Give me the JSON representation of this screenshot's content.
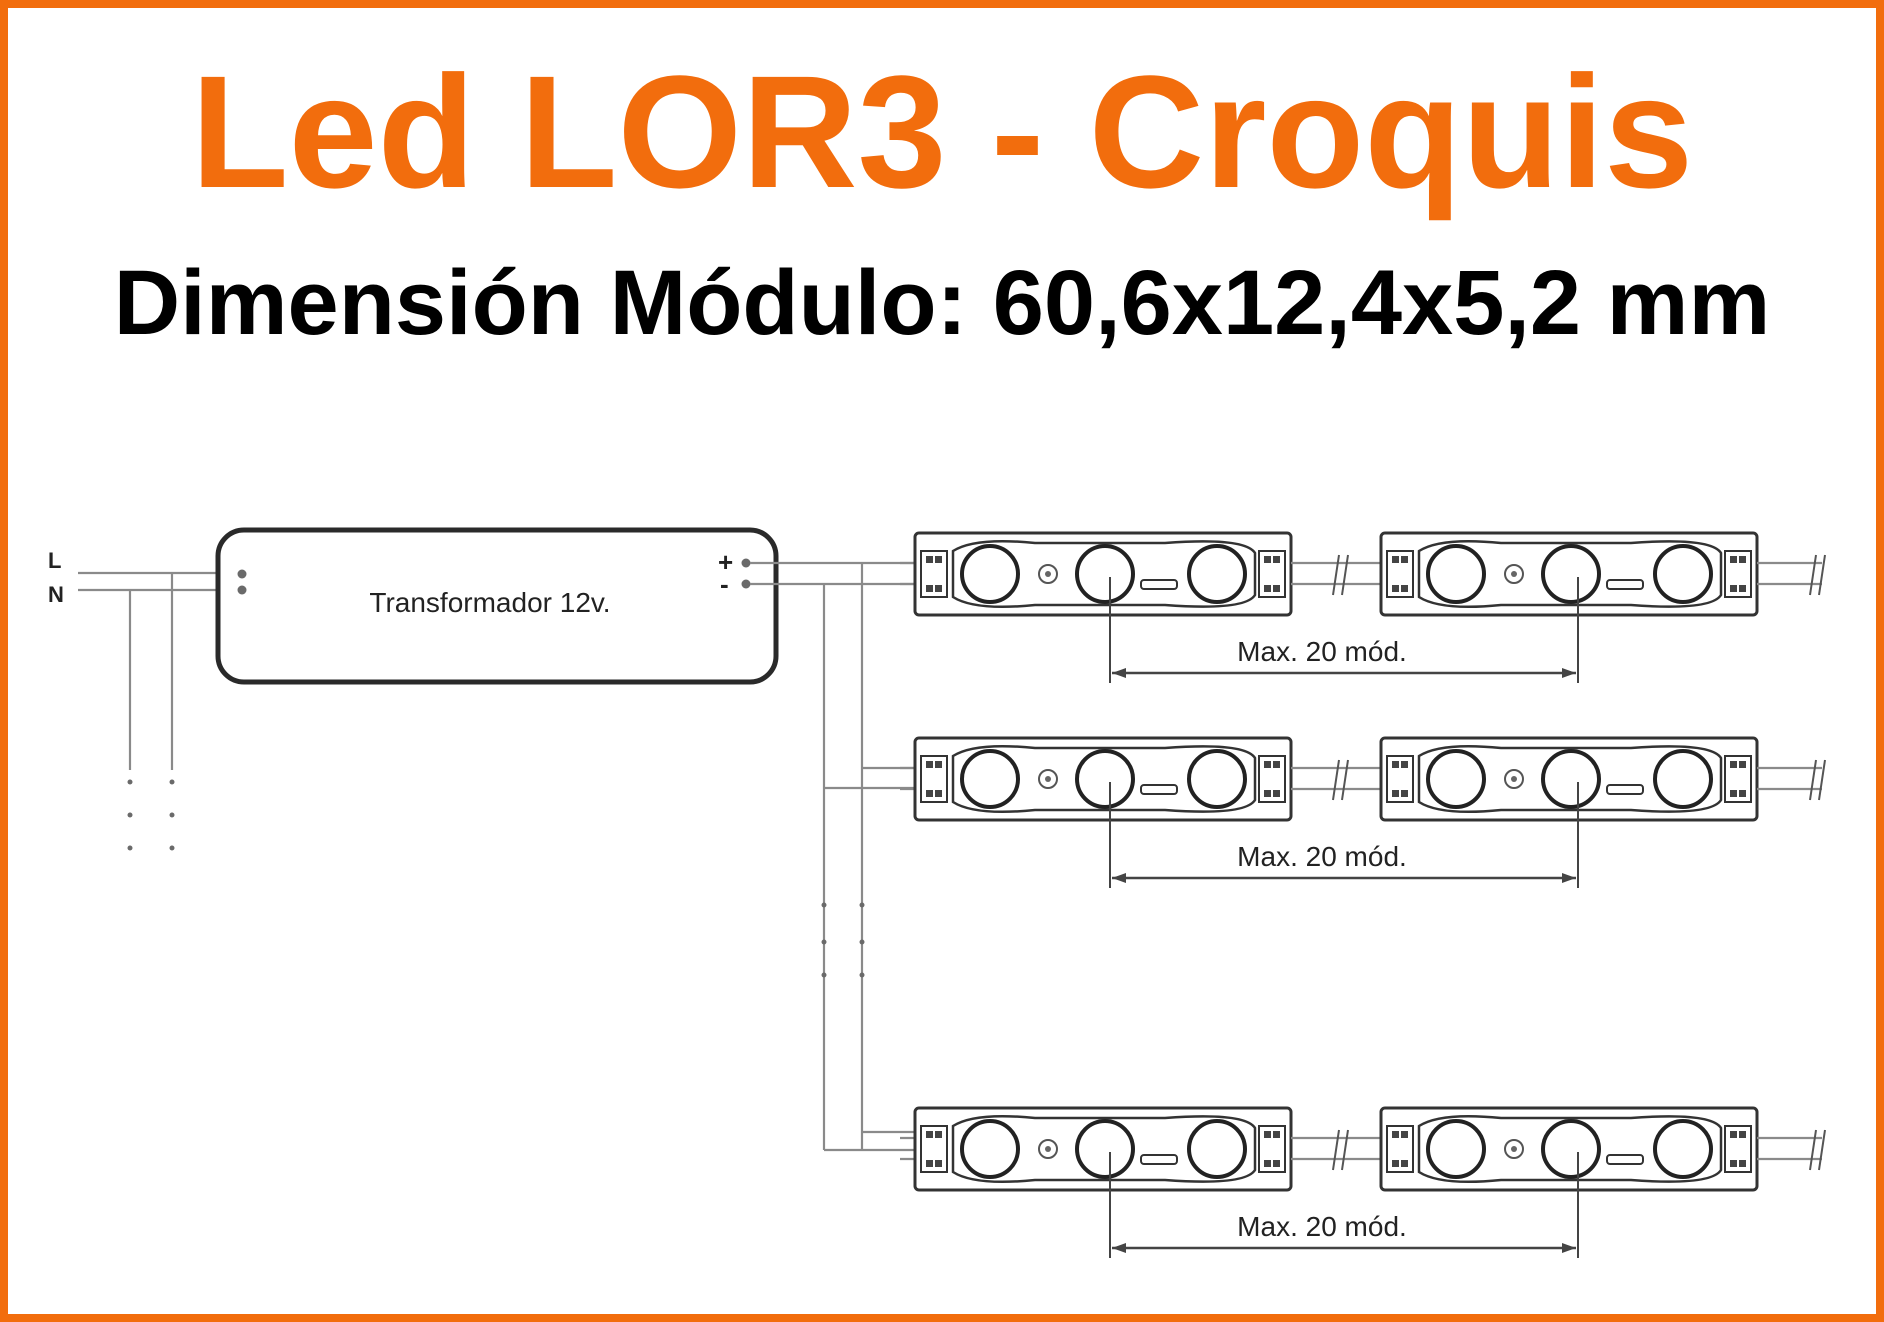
{
  "title": "Led LOR3 - Croquis",
  "subtitle": "Dimensión Módulo: 60,6x12,4x5,2 mm",
  "colors": {
    "accent": "#f26d0d",
    "text": "#000000",
    "line": "#8a8a8a"
  },
  "mains": {
    "l_label": "L",
    "n_label": "N"
  },
  "transformer": {
    "label": "Transformador 12v.",
    "plus": "+",
    "minus": "-"
  },
  "rows": [
    {
      "span_label": "Max. 20 mód."
    },
    {
      "span_label": "Max. 20 mód."
    },
    {
      "span_label": "Max. 20 mód."
    }
  ]
}
